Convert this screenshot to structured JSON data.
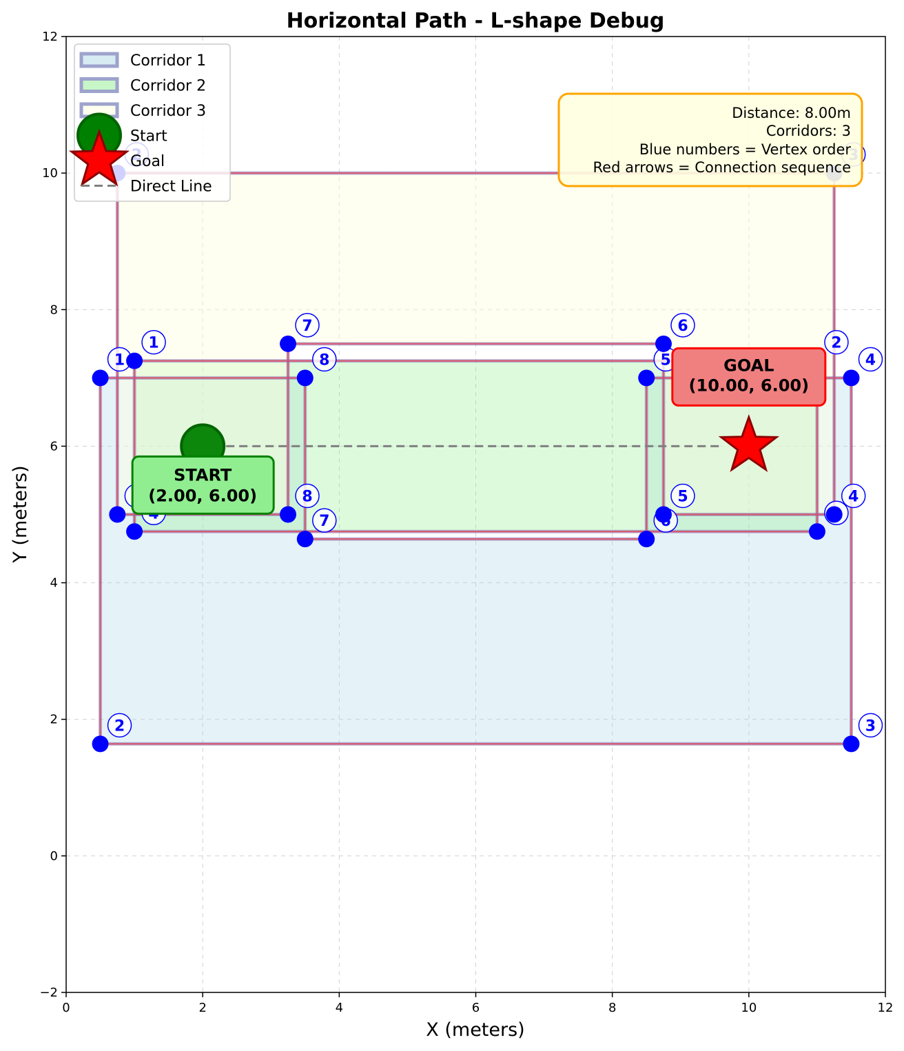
{
  "chart_data": {
    "type": "scatter",
    "title": "Horizontal Path - L-shape Debug",
    "xlabel": "X (meters)",
    "ylabel": "Y (meters)",
    "xlim": [
      0,
      12
    ],
    "ylim": [
      -2,
      12
    ],
    "xticks": [
      "0",
      "2",
      "4",
      "6",
      "8",
      "10",
      "12"
    ],
    "yticks": [
      "−2",
      "0",
      "2",
      "4",
      "6",
      "8",
      "10",
      "12"
    ],
    "grid": true,
    "legend_position": "top-left",
    "legend": [
      {
        "label": "Corridor 1",
        "kind": "patch",
        "color": "#add8e6"
      },
      {
        "label": "Corridor 2",
        "kind": "patch",
        "color": "#90ee90"
      },
      {
        "label": "Corridor 3",
        "kind": "patch",
        "color": "#ffffe0"
      },
      {
        "label": "Start",
        "kind": "circle",
        "color": "#008000"
      },
      {
        "label": "Goal",
        "kind": "star",
        "color": "#ff0000"
      },
      {
        "label": "Direct Line",
        "kind": "dashed",
        "color": "#808080"
      }
    ],
    "corridors": [
      {
        "name": "Corridor 1",
        "fill": "#add8e6",
        "vertices": [
          [
            0.5,
            7.0
          ],
          [
            0.5,
            1.64
          ],
          [
            11.5,
            1.64
          ],
          [
            11.5,
            7.0
          ],
          [
            8.5,
            7.0
          ],
          [
            8.5,
            4.64
          ],
          [
            3.5,
            4.64
          ],
          [
            3.5,
            7.0
          ]
        ],
        "labels": [
          "1",
          "2",
          "3",
          "4",
          "5",
          "6",
          "7",
          "8"
        ]
      },
      {
        "name": "Corridor 2",
        "fill": "#90ee90",
        "vertices": [
          [
            1.0,
            7.25
          ],
          [
            11.0,
            7.25
          ],
          [
            11.0,
            4.75
          ],
          [
            1.0,
            4.75
          ]
        ],
        "labels": [
          "1",
          "2",
          "3",
          "4"
        ]
      },
      {
        "name": "Corridor 3",
        "fill": "#ffffe0",
        "vertices": [
          [
            0.75,
            10.0
          ],
          [
            11.25,
            10.0
          ],
          [
            11.25,
            5.0
          ],
          [
            8.75,
            5.0
          ],
          [
            8.75,
            7.5
          ],
          [
            3.25,
            7.5
          ],
          [
            3.25,
            5.0
          ],
          [
            0.75,
            5.0
          ]
        ],
        "labels": [
          "2",
          "3",
          "4",
          "5",
          "6",
          "7",
          "8",
          "1"
        ]
      }
    ],
    "start": {
      "x": 2.0,
      "y": 6.0,
      "label": "START",
      "coords": "(2.00, 6.00)"
    },
    "goal": {
      "x": 10.0,
      "y": 6.0,
      "label": "GOAL",
      "coords": "(10.00, 6.00)"
    },
    "direct_line": {
      "from": [
        2.0,
        6.0
      ],
      "to": [
        10.0,
        6.0
      ]
    },
    "info_box": [
      "Distance: 8.00m",
      "Corridors: 3",
      "Blue numbers = Vertex order",
      "Red arrows = Connection sequence"
    ]
  }
}
